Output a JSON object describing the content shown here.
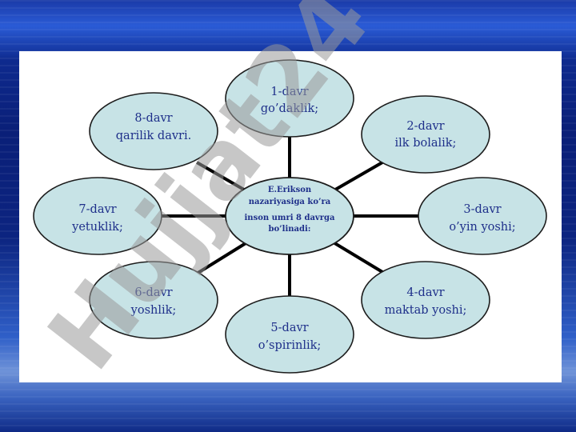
{
  "center": {
    "lines": [
      "E.Erikson",
      "nazariyasiga ko’ra",
      "inson umri 8 davrga",
      "bo’linadi:"
    ]
  },
  "nodes": [
    {
      "period": "1-davr",
      "label": "go’daklik;"
    },
    {
      "period": "2-davr",
      "label": "ilk bolalik;"
    },
    {
      "period": "3-davr",
      "label": "o’yin yoshi;"
    },
    {
      "period": "4-davr",
      "label": "maktab yoshi;"
    },
    {
      "period": "5-davr",
      "label": "o’spirinlik;"
    },
    {
      "period": "6-davr",
      "label": "yoshlik;"
    },
    {
      "period": "7-davr",
      "label": "yetuklik;"
    },
    {
      "period": "8-davr",
      "label": "qarilik davri."
    }
  ],
  "watermark": {
    "text": "Hujjat24",
    "color": "#9a9a9a",
    "accent": "#b79be6"
  },
  "colors": {
    "node_fill": "#c7e3e6",
    "text": "#1e2f8a",
    "spoke": "#000000"
  }
}
